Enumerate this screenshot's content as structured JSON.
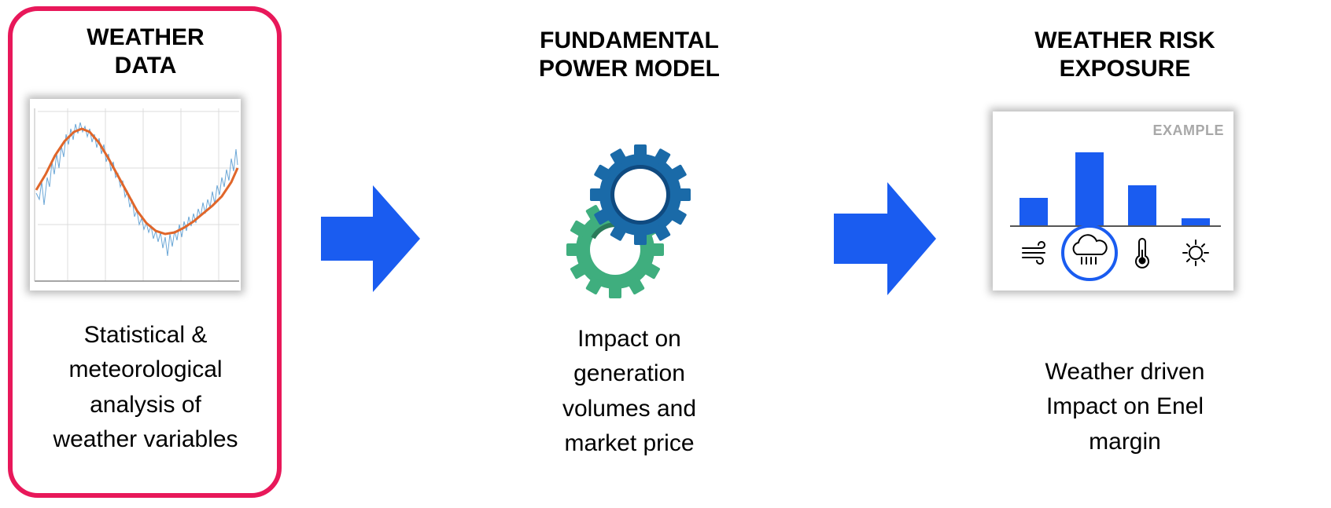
{
  "colors": {
    "accent_pink": "#e8185a",
    "arrow_blue": "#1a5cf0",
    "bar_blue": "#1a5cf0",
    "gear_blue": "#1a6aa8",
    "gear_green": "#3fae7e",
    "line_orange": "#e0662a",
    "noise_blue": "#6aa6d6"
  },
  "steps": [
    {
      "title": "WEATHER\nDATA",
      "description": "Statistical &\nmeteorological\nanalysis of\nweather variables"
    },
    {
      "title": "FUNDAMENTAL\nPOWER MODEL",
      "description": "Impact on\ngeneration\nvolumes and\nmarket price"
    },
    {
      "title": "WEATHER RISK\nEXPOSURE",
      "description": "Weather driven\nImpact on Enel\nmargin"
    }
  ],
  "exposure_card": {
    "label": "EXAMPLE",
    "icons": [
      "wind-icon",
      "rain-cloud-icon",
      "thermometer-icon",
      "sun-icon"
    ],
    "highlighted_icon": "rain-cloud-icon"
  },
  "chart_data": {
    "type": "bar",
    "categories": [
      "wind",
      "rain",
      "temperature",
      "sun"
    ],
    "values": [
      36,
      94,
      52,
      10
    ],
    "ylim": [
      0,
      100
    ],
    "xlabel": "",
    "ylabel": "",
    "title": "EXAMPLE"
  }
}
